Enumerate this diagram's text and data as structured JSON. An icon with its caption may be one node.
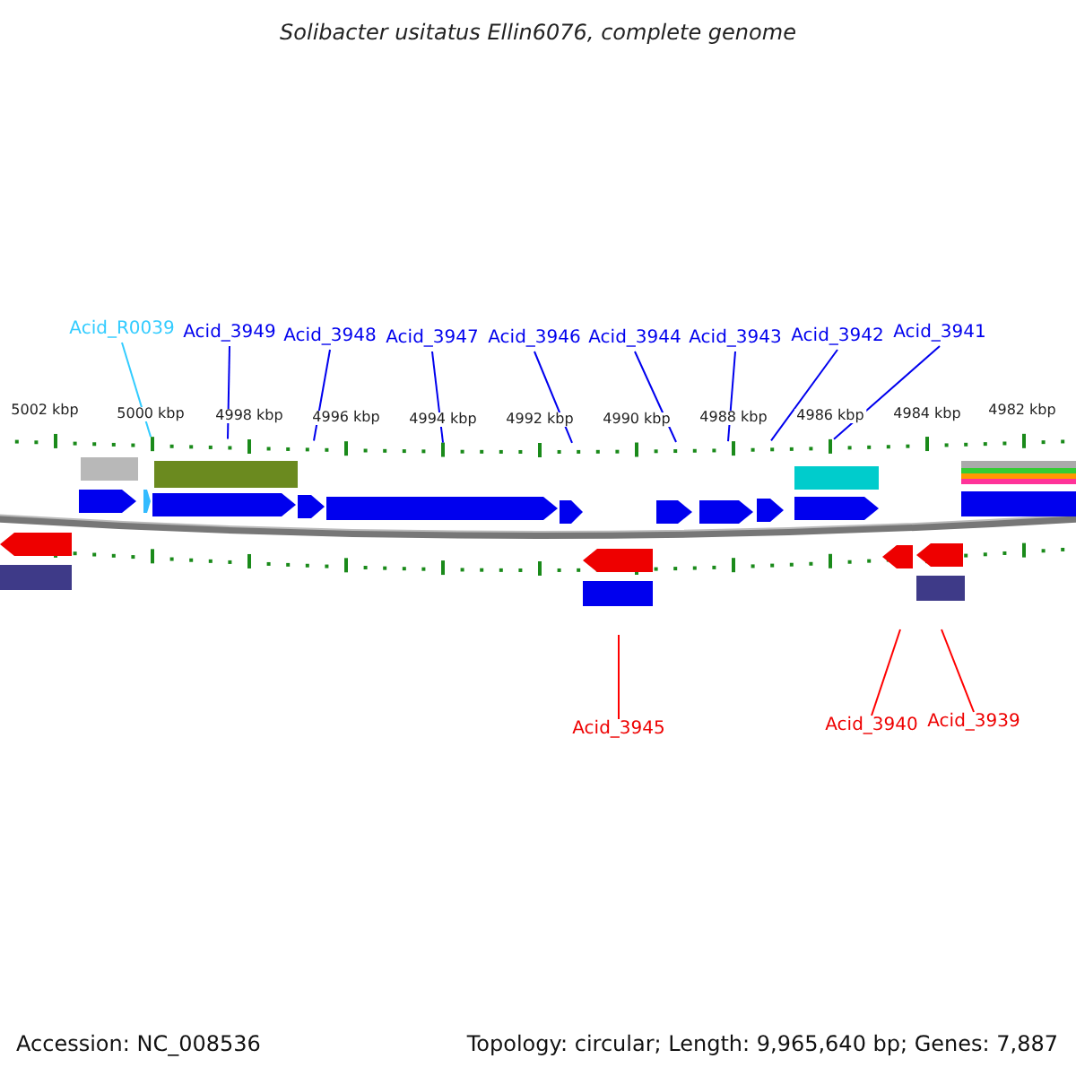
{
  "diagram": {
    "title": "Solibacter usitatus Ellin6076, complete genome",
    "nodes": [
      {
        "text": [
          "Acid_R0039"
        ]
      },
      {
        "text": [
          "Acid_3949"
        ]
      },
      {
        "text": [
          "Acid_3948"
        ]
      },
      {
        "text": [
          "Acid_3947"
        ]
      },
      {
        "text": [
          "Acid_3946"
        ]
      },
      {
        "text": [
          "Acid_3944"
        ]
      },
      {
        "text": [
          "Acid_3943"
        ]
      },
      {
        "text": [
          "Acid_3942"
        ]
      },
      {
        "text": [
          "Acid_3941"
        ]
      },
      {
        "text": [
          "Acid_3945"
        ]
      },
      {
        "text": [
          "Acid_3940"
        ]
      },
      {
        "text": [
          "Acid_3939"
        ]
      },
      {
        "text": [],
        "shape": "ruler"
      }
    ],
    "edges": [
      {
        "from": 0,
        "to": 12,
        "arrow": "none",
        "color": "#33ccff"
      },
      {
        "from": 1,
        "to": 12,
        "arrow": "none"
      },
      {
        "from": 2,
        "to": 12,
        "arrow": "none"
      },
      {
        "from": 3,
        "to": 12,
        "arrow": "none"
      },
      {
        "from": 4,
        "to": 12,
        "arrow": "none"
      },
      {
        "from": 5,
        "to": 12,
        "arrow": "none"
      },
      {
        "from": 6,
        "to": 12,
        "arrow": "none"
      },
      {
        "from": 7,
        "to": 12,
        "arrow": "none"
      },
      {
        "from": 8,
        "to": 12,
        "arrow": "none"
      },
      {
        "from": 9,
        "to": null,
        "arrow": "none",
        "color": "#ff0000"
      },
      {
        "from": 10,
        "to": null,
        "arrow": "none",
        "color": "#ff0000"
      },
      {
        "from": 11,
        "to": null,
        "arrow": "none",
        "color": "#ff0000"
      }
    ],
    "labels": [
      "5002 kbp",
      "5000 kbp",
      "4998 kbp",
      "4996 kbp",
      "4994 kbp",
      "4992 kbp",
      "4990 kbp",
      "4988 kbp",
      "4986 kbp",
      "4984 kbp",
      "4982 kbp",
      "Accession: NC_008536",
      "Topology: circular; Length: 9,965,640 bp; Genes: 7,887"
    ]
  }
}
